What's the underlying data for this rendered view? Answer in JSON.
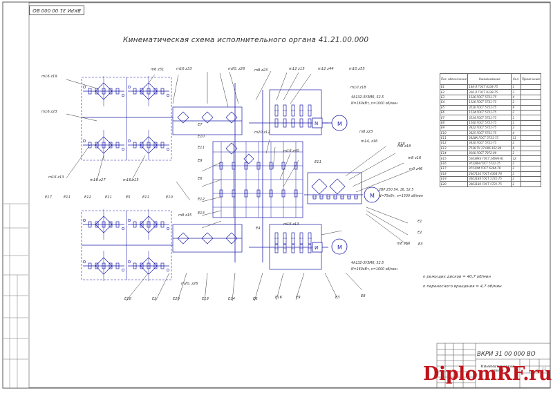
{
  "stamp": "ВКРИ 31 00 000 ВО",
  "title": "Кинематическая схема исполнительного органа 41.21.00.000",
  "gear_labels": [
    {
      "id": "m16_z19",
      "text": "m16 z19"
    },
    {
      "id": "m6_z31",
      "text": "m6 z31"
    },
    {
      "id": "m16_z33",
      "text": "m16 z33"
    },
    {
      "id": "m20_z26_top",
      "text": "m20, z26"
    },
    {
      "id": "m8_z23",
      "text": "m8 z23"
    },
    {
      "id": "m12_z15",
      "text": "m12 z15"
    },
    {
      "id": "m12_z44",
      "text": "m12 z44"
    },
    {
      "id": "m10_z55",
      "text": "m10 z55"
    },
    {
      "id": "m10_z18",
      "text": "m10 z18"
    },
    {
      "id": "m16_z23",
      "text": "m16 z23"
    },
    {
      "id": "m16_z13",
      "text": "m16 z13"
    },
    {
      "id": "m16_z27",
      "text": "m16 z27"
    },
    {
      "id": "m16_z15",
      "text": "m16 z15"
    },
    {
      "id": "m8_z15",
      "text": "m8 z15"
    },
    {
      "id": "m16_z40",
      "text": "m16 z40"
    },
    {
      "id": "m20_z12",
      "text": "m20 z12"
    },
    {
      "id": "m8_z23_r",
      "text": "m8 z23"
    },
    {
      "id": "m14_z16",
      "text": "m14, z16"
    },
    {
      "id": "m8_z18",
      "text": "m8 z18"
    },
    {
      "id": "m8_z16",
      "text": "m8 z16"
    },
    {
      "id": "m3_z46",
      "text": "m3 z46"
    },
    {
      "id": "m16_z13_b",
      "text": "m16 z13"
    },
    {
      "id": "m8_z66",
      "text": "m8 z66"
    },
    {
      "id": "m20_z26_bot",
      "text": "m20, z26"
    }
  ],
  "element_labels": [
    "Е7",
    "Е10",
    "Е11",
    "Е9",
    "Е6",
    "Е12",
    "Е13",
    "Е17",
    "Е11",
    "Е12",
    "Е11",
    "Е5",
    "Е11",
    "Е10",
    "Е4",
    "Е11",
    "Е15",
    "Е1",
    "Е2",
    "Е3",
    "Е18",
    "Е2",
    "Е20",
    "Е19",
    "Е14",
    "Е6",
    "Е16",
    "Е9",
    "Е3",
    "Е8"
  ],
  "motor_specs": {
    "top": [
      "4А132-3УЗМ6, 52.5",
      "N=160кВт, n=1000 об/мин"
    ],
    "right": [
      "2ВР 250 S4, 16, 52.5",
      "N=75кВт, n=1500 об/мин"
    ],
    "bottom": [
      "4А132-3УЗМ6, 52.5",
      "N=160кВт, n=1000 об/мин"
    ]
  },
  "motor_symbol": "М",
  "coupling_top": "N",
  "coupling_bot": "И",
  "notes": {
    "cut_speed": "n режущих дисков = 40,7 об/мин",
    "transfer_speed": "n переносного вращения = 4,7 об/мин"
  },
  "spec_table": {
    "headers": [
      "Поз. обозначение",
      "Наименование",
      "Кол.",
      "Примечание"
    ],
    "rows": [
      [
        "Е1",
        "148-Л  ГОСТ 8338-75",
        "1",
        ""
      ],
      [
        "Е2",
        "336-Л  ГОСТ 8338-75",
        "3",
        ""
      ],
      [
        "Е3",
        "1526  ГОСТ 5721-75",
        "4",
        ""
      ],
      [
        "Е4",
        "1526  ГОСТ 5721-75",
        "2",
        ""
      ],
      [
        "Е5",
        "3530  ГОСТ 5721-75",
        "8",
        ""
      ],
      [
        "Е6",
        "1534  ГОСТ 5721-75",
        "2",
        ""
      ],
      [
        "Е7",
        "3534  ГОСТ 5721-75",
        "1",
        ""
      ],
      [
        "Е8",
        "1540  ГОСТ 5721-75",
        "1",
        ""
      ],
      [
        "Е9",
        "3622  ГОСТ 5721-75",
        "2",
        ""
      ],
      [
        "Е10",
        "3625  ГОСТ 5721-75",
        "4",
        ""
      ],
      [
        "Е11",
        "3628К  ГОСТ 5721-75",
        "11",
        ""
      ],
      [
        "Е12",
        "3630  ГОСТ 5721-75",
        "2",
        ""
      ],
      [
        "Е13",
        "7538  ТУ 37.006.162-89",
        "8",
        ""
      ],
      [
        "Е14",
        "8160  ГОСТ 7872-89",
        "2",
        ""
      ],
      [
        "Е15",
        "53638КЕ ГОСТ 24696-81",
        "12",
        ""
      ],
      [
        "Е16",
        "97328Н  ГОСТ 5721-75",
        "2",
        ""
      ],
      [
        "Е17",
        "97510М  ГОСТ 6364-78",
        "2",
        ""
      ],
      [
        "Е18",
        "2007120  ГОСТ 6364-78",
        "2",
        ""
      ],
      [
        "Е19",
        "3003184  ГОСТ 5721-75",
        "2",
        ""
      ],
      [
        "Е20",
        "3003180  ГОСТ 5721-75",
        "2",
        ""
      ]
    ]
  },
  "titleblock": {
    "code": "ВКРИ 31 00 000 ВО",
    "name": "Кинематическая схема",
    "sheet": "11"
  },
  "brand": "DiplomRF.ru"
}
